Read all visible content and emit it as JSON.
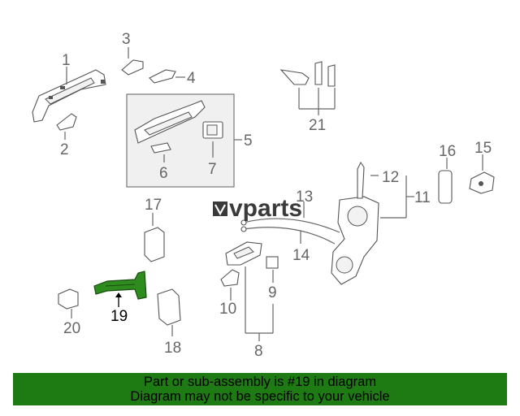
{
  "callouts": {
    "c1": "1",
    "c2": "2",
    "c3": "3",
    "c4": "4",
    "c5": "5",
    "c6": "6",
    "c7": "7",
    "c8": "8",
    "c9": "9",
    "c10": "10",
    "c11": "11",
    "c12": "12",
    "c13": "13",
    "c14": "14",
    "c15": "15",
    "c16": "16",
    "c17": "17",
    "c18": "18",
    "c19": "19",
    "c20": "20",
    "c21": "21"
  },
  "highlight_part": "19",
  "watermark": "vparts",
  "footer": {
    "line1": "Part or sub-assembly is #19 in diagram",
    "line2": "Diagram may not be specific to your vehicle"
  },
  "colors": {
    "highlight": "#2e8b1e",
    "footer_bg": "#1e7a12",
    "lines": "#666666"
  }
}
